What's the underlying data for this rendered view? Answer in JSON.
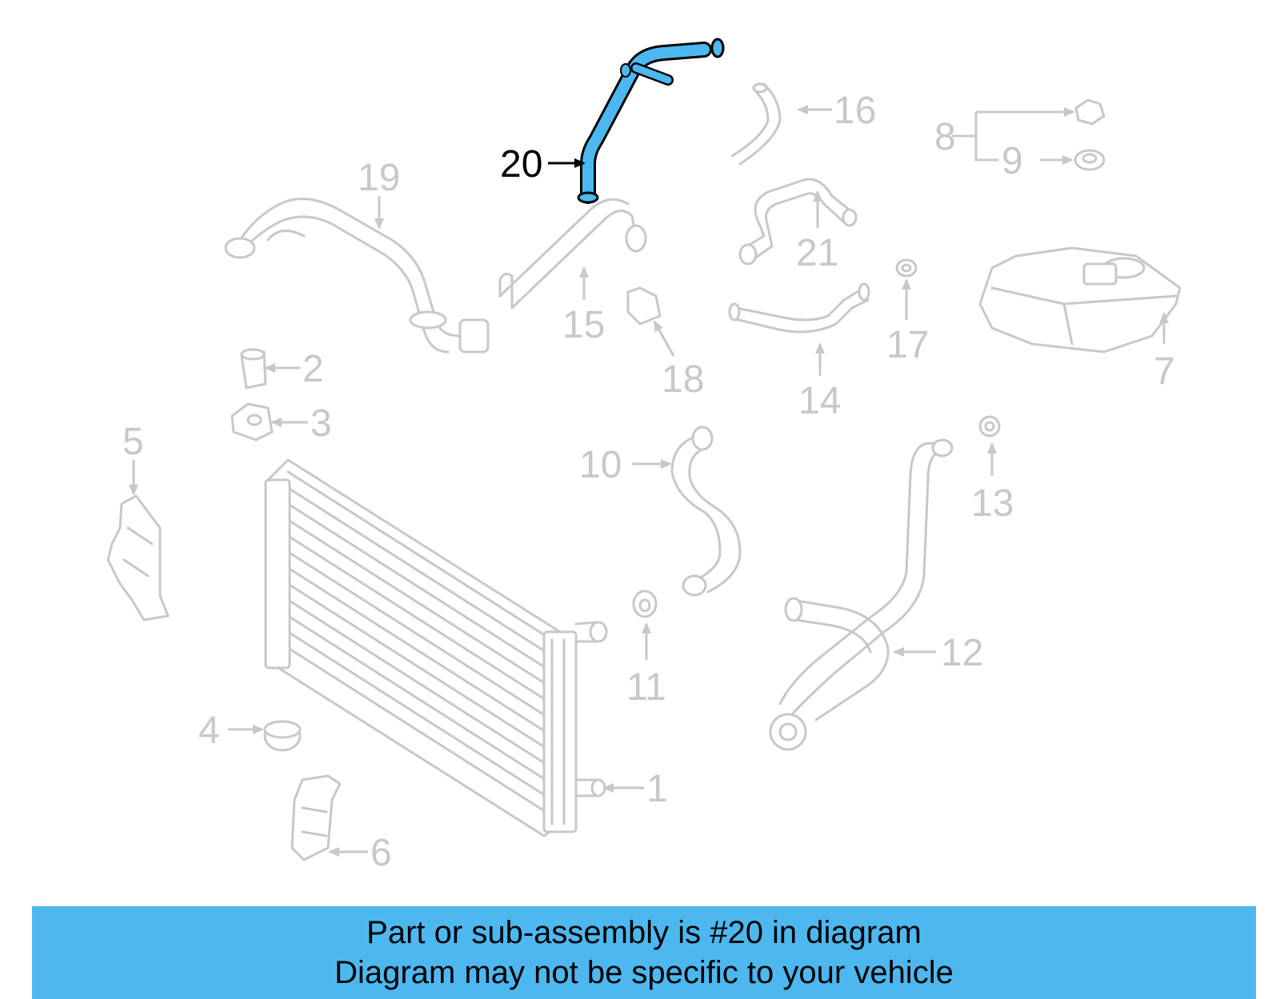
{
  "highlight_color": "#4db8f0",
  "callouts": {
    "c1": "1",
    "c2": "2",
    "c3": "3",
    "c4": "4",
    "c5": "5",
    "c6": "6",
    "c7": "7",
    "c8": "8",
    "c9": "9",
    "c10": "10",
    "c11": "11",
    "c12": "12",
    "c13": "13",
    "c14": "14",
    "c15": "15",
    "c16": "16",
    "c17": "17",
    "c18": "18",
    "c19": "19",
    "c20": "20",
    "c21": "21"
  },
  "banner": {
    "line1": "Part or sub-assembly is #20 in diagram",
    "line2": "Diagram may not be specific to your vehicle"
  }
}
